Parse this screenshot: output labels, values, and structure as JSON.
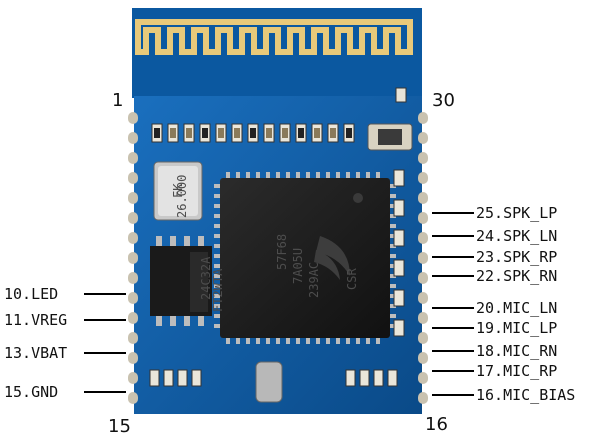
{
  "corner_labels": {
    "top_left": "1",
    "top_right": "30",
    "bottom_left": "15",
    "bottom_right": "16"
  },
  "left_pins": [
    {
      "label": "10.LED"
    },
    {
      "label": "11.VREG"
    },
    {
      "label": "13.VBAT"
    },
    {
      "label": "15.GND"
    }
  ],
  "right_pins": [
    {
      "label": "25.SPK_LP"
    },
    {
      "label": "24.SPK_LN"
    },
    {
      "label": "23.SPK_RP"
    },
    {
      "label": "22.SPK_RN"
    },
    {
      "label": "20.MIC_LN"
    },
    {
      "label": "19.MIC_LP"
    },
    {
      "label": "18.MIC_RN"
    },
    {
      "label": "17.MIC_RP"
    },
    {
      "label": "16.MIC_BIAS"
    }
  ],
  "main_chip": {
    "line1": "57F68",
    "line2": "7A05U",
    "line3": "239AC",
    "logo_text": "CSR"
  },
  "crystal": {
    "line1": "FK",
    "line2": "26.000"
  },
  "regulator": {
    "line1": "24C32A",
    "line2": "FT2WTA"
  },
  "colors": {
    "pcb": "#0f5fa8",
    "pcb_dark": "#0a4a88",
    "antenna": "#f2d48a",
    "pad": "#c9c2b0"
  }
}
